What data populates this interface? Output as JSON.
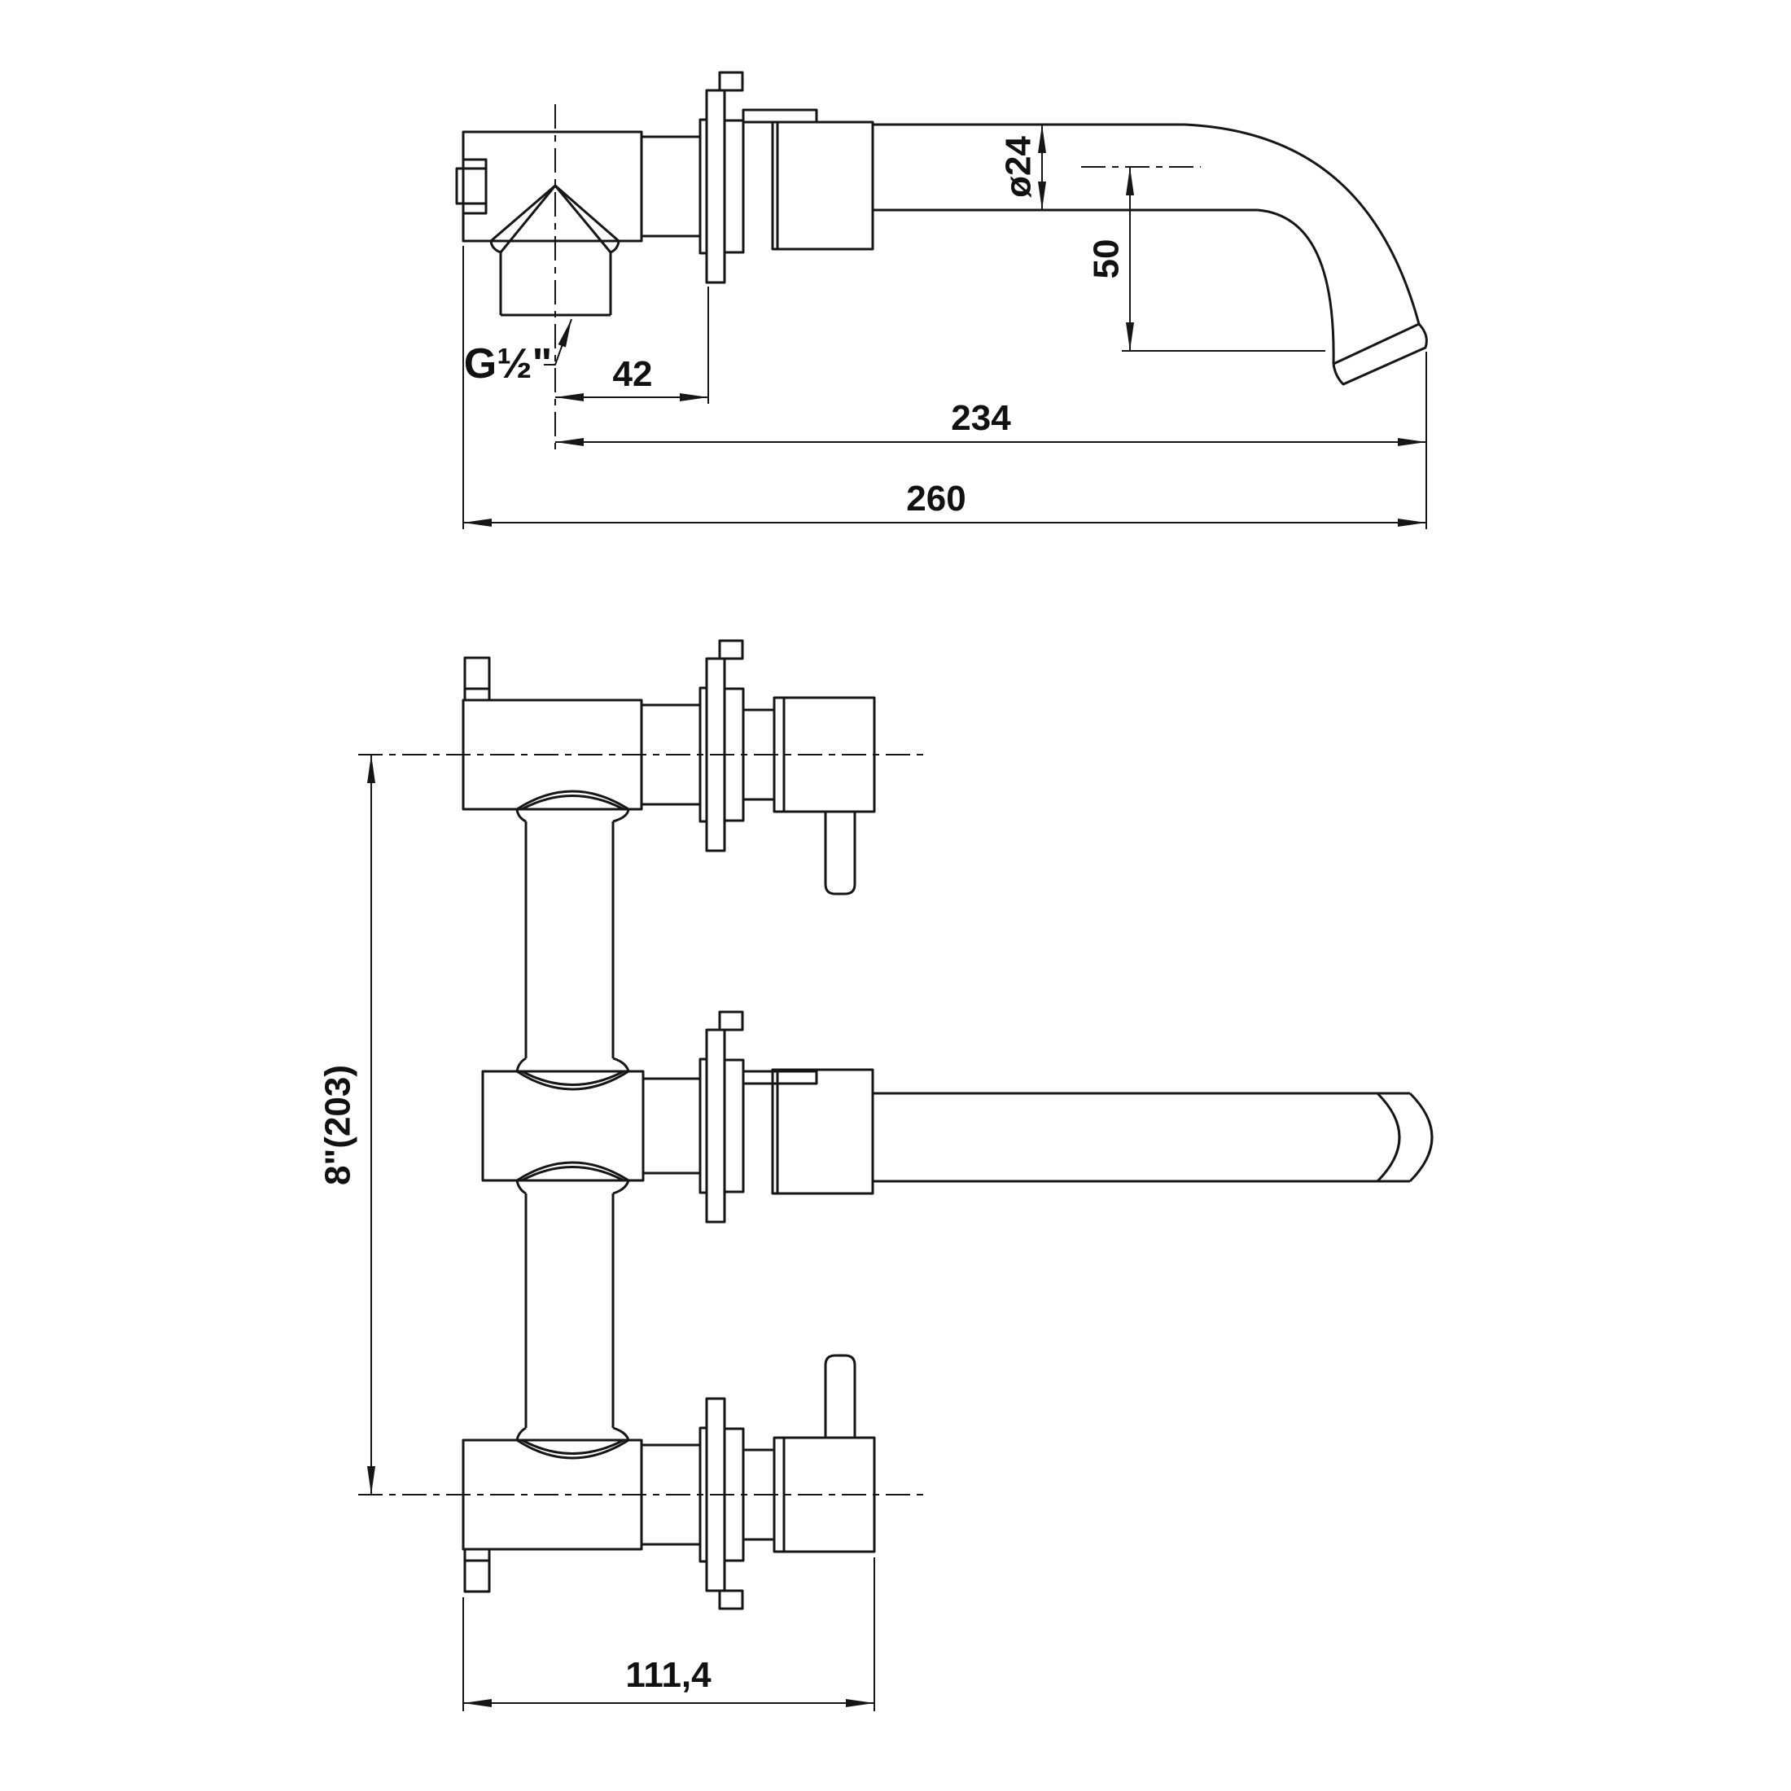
{
  "drawing": {
    "type": "technical-drawing",
    "product": "wall-mounted 3-hole basin mixer",
    "background": "#ffffff",
    "line_color": "#161616",
    "views": {
      "side": {
        "name": "side-view",
        "dimensions": {
          "spout_diameter": "ø24",
          "spout_drop": "50",
          "centre_to_wall": "42",
          "spout_reach": "234",
          "overall_depth": "260",
          "inlet_thread": "G½\""
        }
      },
      "front": {
        "name": "front-view",
        "dimensions": {
          "handle_centres": "8\"(203)",
          "body_depth": "111,4"
        }
      }
    }
  }
}
